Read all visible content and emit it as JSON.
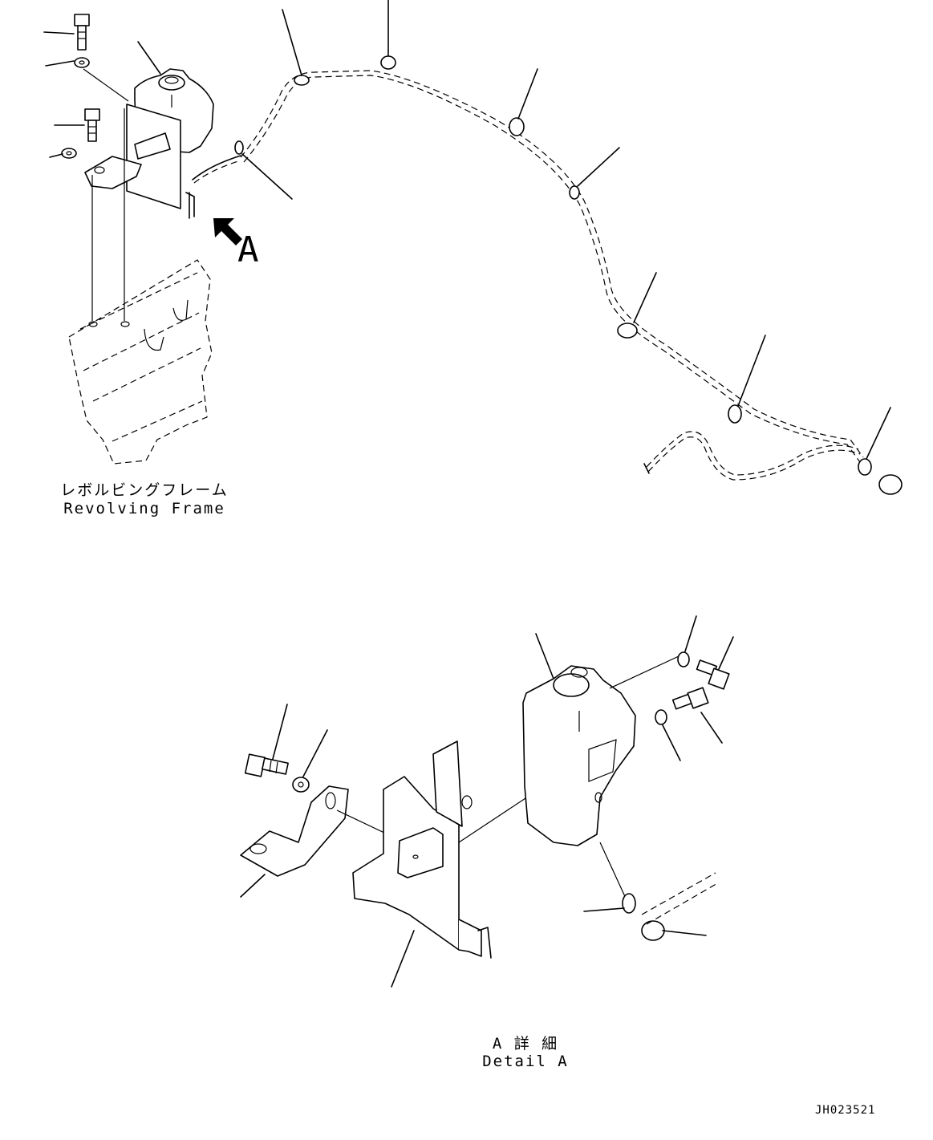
{
  "labels": {
    "revolving_frame_jp": "レボルビングフレーム",
    "revolving_frame_en": "Revolving Frame",
    "view_arrow_letter": "A",
    "detail_jp": "A 詳 細",
    "detail_en": "Detail A",
    "drawing_number": "JH023521"
  },
  "icons": {
    "view_arrow": "arrow-up-left-icon"
  }
}
